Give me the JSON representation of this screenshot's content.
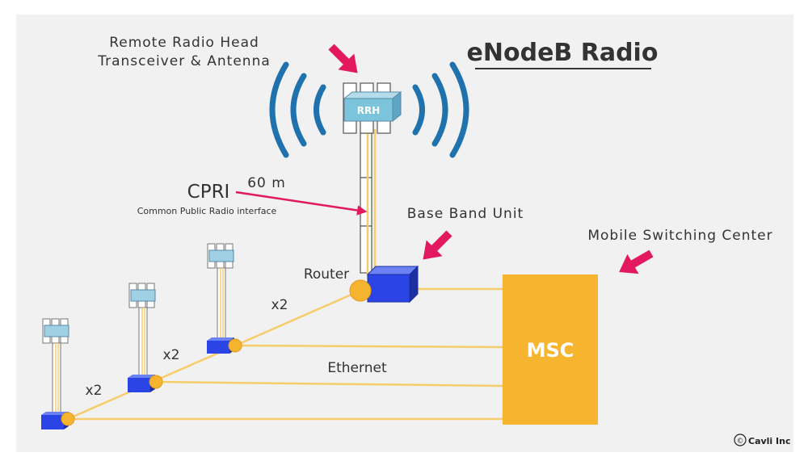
{
  "title": "eNodeB Radio",
  "labels": {
    "rrh_heading_line1": "Remote Radio Head",
    "rrh_heading_line2": "Transceiver & Antenna",
    "rrh_box": "RRH",
    "cpri": "CPRI",
    "cpri_full": "Common Public Radio interface",
    "distance": "60 m",
    "bbu": "Base Band Unit",
    "msc_full": "Mobile Switching Center",
    "msc": "MSC",
    "router": "Router",
    "ethernet": "Ethernet",
    "multiplier_1": "x2",
    "multiplier_2": "x2",
    "multiplier_3": "x2"
  },
  "copyright": {
    "symbol": "©",
    "text": "Cavli Inc"
  },
  "colors": {
    "background_panel": "#f1f1f1",
    "accent_arrow": "#e2195e",
    "msc_fill": "#f7b52f",
    "link_line": "#f6cd6b",
    "bbu_blue": "#2b44e6",
    "rrh_cyan": "#7cc3dc",
    "signal_wave": "#1f72ad",
    "title_text": "#333333"
  },
  "icons": {
    "pointer_arrows": "arrow-icon",
    "radio_waves": "signal-wave-icon",
    "towers": "tower-icon"
  }
}
